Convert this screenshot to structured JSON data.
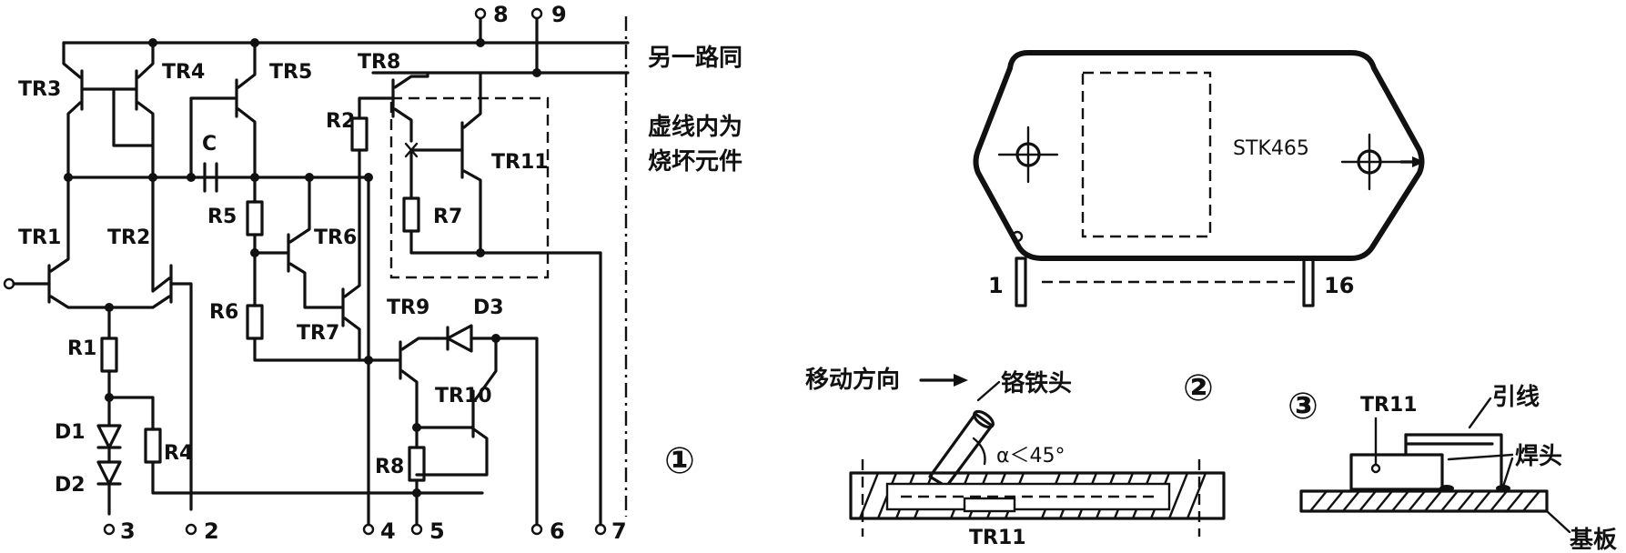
{
  "figure_1": {
    "number": "①",
    "note_right": [
      "另一路同",
      "虚线内为",
      "烧坏元件"
    ],
    "transistors": [
      "TR1",
      "TR2",
      "TR3",
      "TR4",
      "TR5",
      "TR6",
      "TR7",
      "TR8",
      "TR9",
      "TR10",
      "TR11"
    ],
    "resistors": [
      "R1",
      "R2",
      "R4",
      "R5",
      "R6",
      "R7",
      "R8"
    ],
    "diodes": [
      "D1",
      "D2",
      "D3"
    ],
    "capacitor": "C",
    "pins_bottom": [
      "3",
      "2",
      "4",
      "5",
      "6",
      "7"
    ],
    "pins_top": [
      "8",
      "9"
    ]
  },
  "figure_2": {
    "number": "②",
    "chip_label": "STK465",
    "pin_left": "1",
    "pin_right": "16",
    "move_label": "移动方向",
    "iron_label": "铬铁头",
    "angle_label": "α＜45°",
    "part_label": "TR11"
  },
  "figure_3": {
    "number": "③",
    "part_label": "TR11",
    "lead_label": "引线",
    "joint_label": "焊头",
    "board_label": "基板"
  }
}
